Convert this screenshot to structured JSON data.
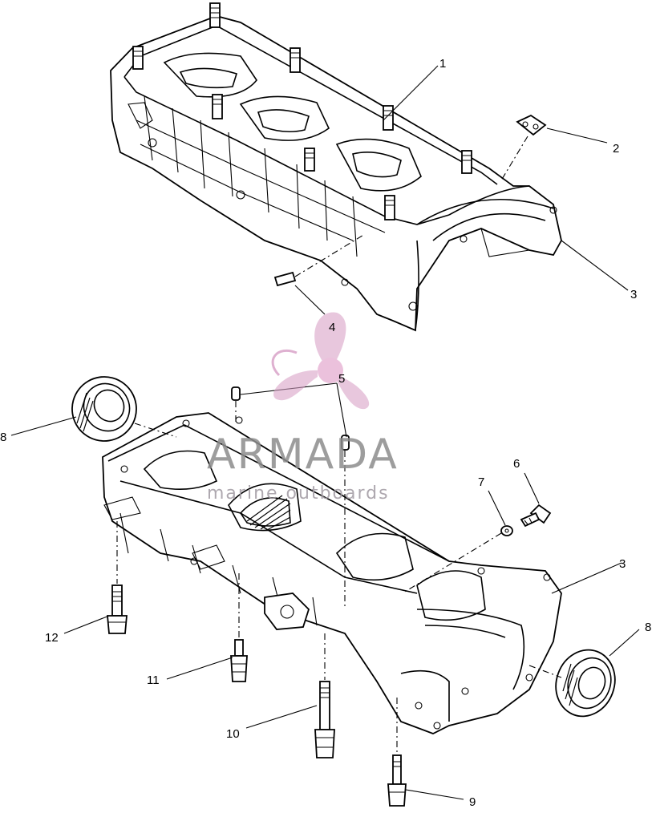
{
  "diagram": {
    "callouts": [
      {
        "id": "c1",
        "label": "1"
      },
      {
        "id": "c2",
        "label": "2"
      },
      {
        "id": "c3a",
        "label": "3"
      },
      {
        "id": "c4",
        "label": "4"
      },
      {
        "id": "c5",
        "label": "5"
      },
      {
        "id": "c6",
        "label": "6"
      },
      {
        "id": "c7",
        "label": "7"
      },
      {
        "id": "c3b",
        "label": "3"
      },
      {
        "id": "c8a",
        "label": "8"
      },
      {
        "id": "c8b",
        "label": "8"
      },
      {
        "id": "c9",
        "label": "9"
      },
      {
        "id": "c10",
        "label": "10"
      },
      {
        "id": "c11",
        "label": "11"
      },
      {
        "id": "c12",
        "label": "12"
      }
    ]
  },
  "watermark": {
    "brand": "ARMADA",
    "tagline": "marine outboards",
    "logo_color": "#d9a3c8",
    "logo_center_color": "#e8b7d6"
  }
}
